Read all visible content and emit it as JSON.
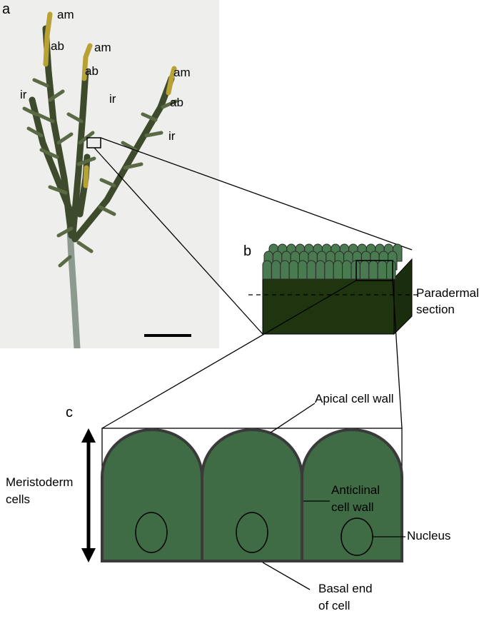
{
  "panels": {
    "a": "a",
    "b": "b",
    "c": "c"
  },
  "photo_labels": {
    "am1": "am",
    "am2": "am",
    "am3": "am",
    "ab1": "ab",
    "ab2": "ab",
    "ab3": "ab",
    "ir1": "ir",
    "ir2": "ir",
    "ir3": "ir"
  },
  "block_labels": {
    "paradermal_line1": "Paradermal",
    "paradermal_line2": "section"
  },
  "cell_labels": {
    "apical": "Apical cell wall",
    "anticlinal_line1": "Anticlinal",
    "anticlinal_line2": "cell wall",
    "nucleus": "Nucleus",
    "basal_line1": "Basal end",
    "basal_line2": "of cell",
    "meristoderm_line1": "Meristoderm",
    "meristoderm_line2": "cells"
  },
  "colors": {
    "cell_fill": "#3f6b45",
    "cell_outline": "#3a3a3a",
    "block_dark": "#1f3510",
    "photo_bg": "#eeeeec",
    "stem": "#3e4a2c",
    "tip_yellow": "#b9a234"
  }
}
